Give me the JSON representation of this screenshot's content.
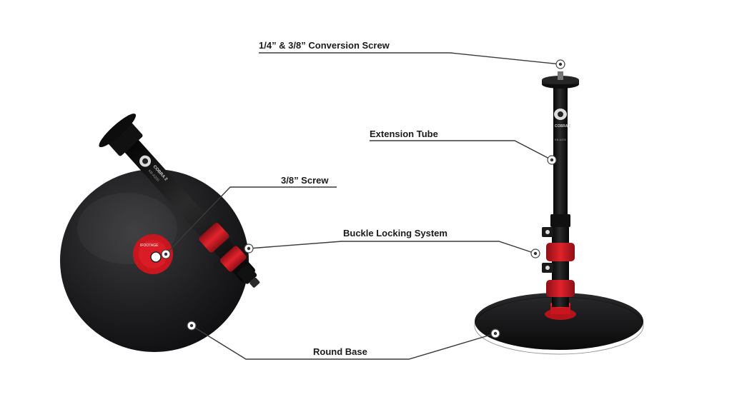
{
  "callouts": {
    "conversion_screw": "1/4” & 3/8” Conversion Screw",
    "extension_tube": "Extension Tube",
    "screw_38": "3/8” Screw",
    "buckle_locking": "Buckle Locking System",
    "round_base": "Round Base"
  },
  "product": {
    "brand_text": "COBRA 2",
    "model_text": "KB-A200",
    "collar_text": "IFOOTAGE"
  },
  "colors": {
    "accent_red": "#d11a24",
    "body_black": "#141414",
    "base_dark": "#1c1c1e"
  }
}
